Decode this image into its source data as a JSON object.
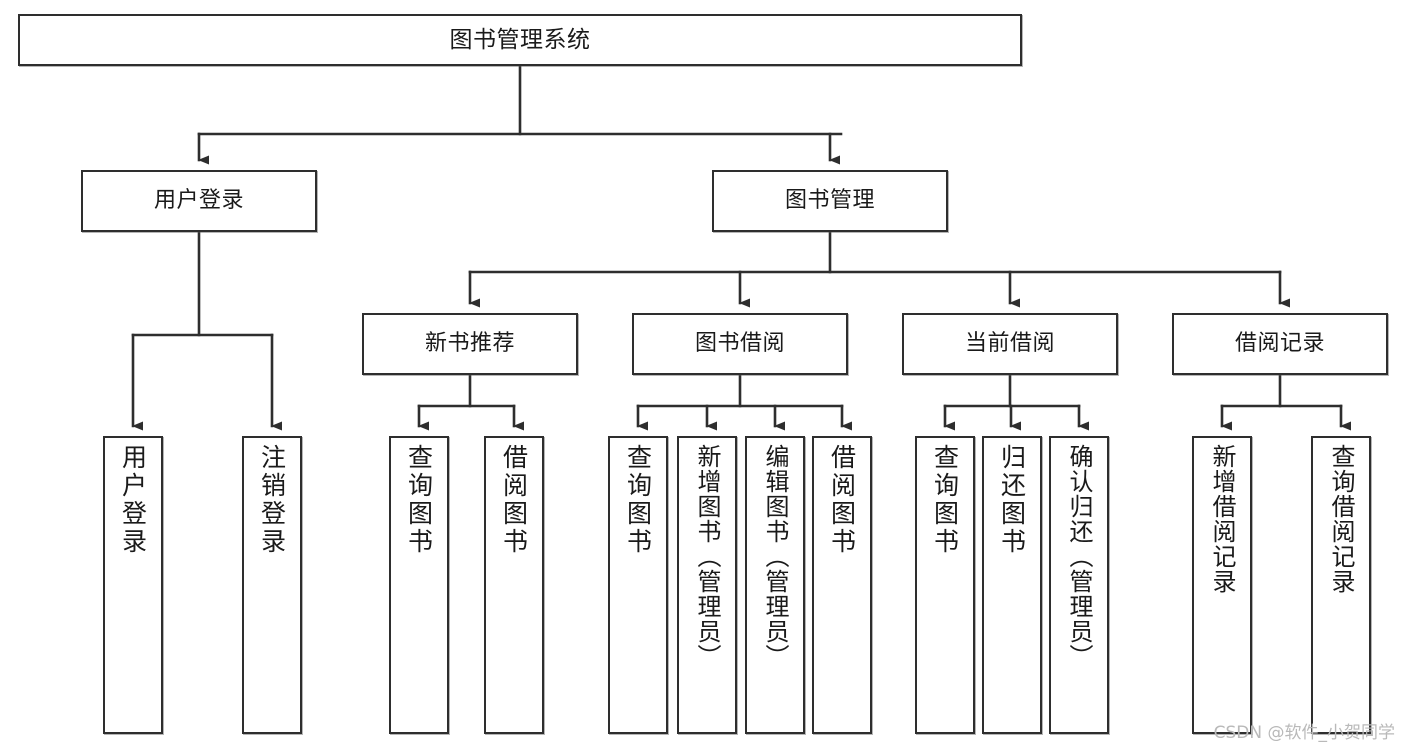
{
  "diagram": {
    "title": "图书管理系统",
    "type": "tree-hierarchy",
    "orientation": "top-down",
    "colors": {
      "box_border": "#2e2e2e",
      "box_fill": "#ffffff",
      "edge": "#2e2e2e",
      "text": "#1a1a1a",
      "watermark": "#b9b9b9",
      "background": "#ffffff"
    }
  },
  "root": {
    "label": "图书管理系统"
  },
  "level2": [
    {
      "label": "用户登录"
    },
    {
      "label": "图书管理"
    }
  ],
  "level3": [
    {
      "label": "新书推荐"
    },
    {
      "label": "图书借阅"
    },
    {
      "label": "当前借阅"
    },
    {
      "label": "借阅记录"
    }
  ],
  "leaves": {
    "user_login": [
      {
        "label": "用户登录"
      },
      {
        "label": "注销登录"
      }
    ],
    "new_book_recommend": [
      {
        "label": "查询图书"
      },
      {
        "label": "借阅图书"
      }
    ],
    "book_borrow": [
      {
        "label": "查询图书"
      },
      {
        "label": "新增图书（管理员）"
      },
      {
        "label": "编辑图书（管理员）"
      },
      {
        "label": "借阅图书"
      }
    ],
    "current_borrow": [
      {
        "label": "查询图书"
      },
      {
        "label": "归还图书"
      },
      {
        "label": "确认归还（管理员）"
      }
    ],
    "borrow_record": [
      {
        "label": "新增借阅记录"
      },
      {
        "label": "查询借阅记录"
      }
    ]
  },
  "watermark": {
    "text": "CSDN @软件_小贺同学"
  }
}
